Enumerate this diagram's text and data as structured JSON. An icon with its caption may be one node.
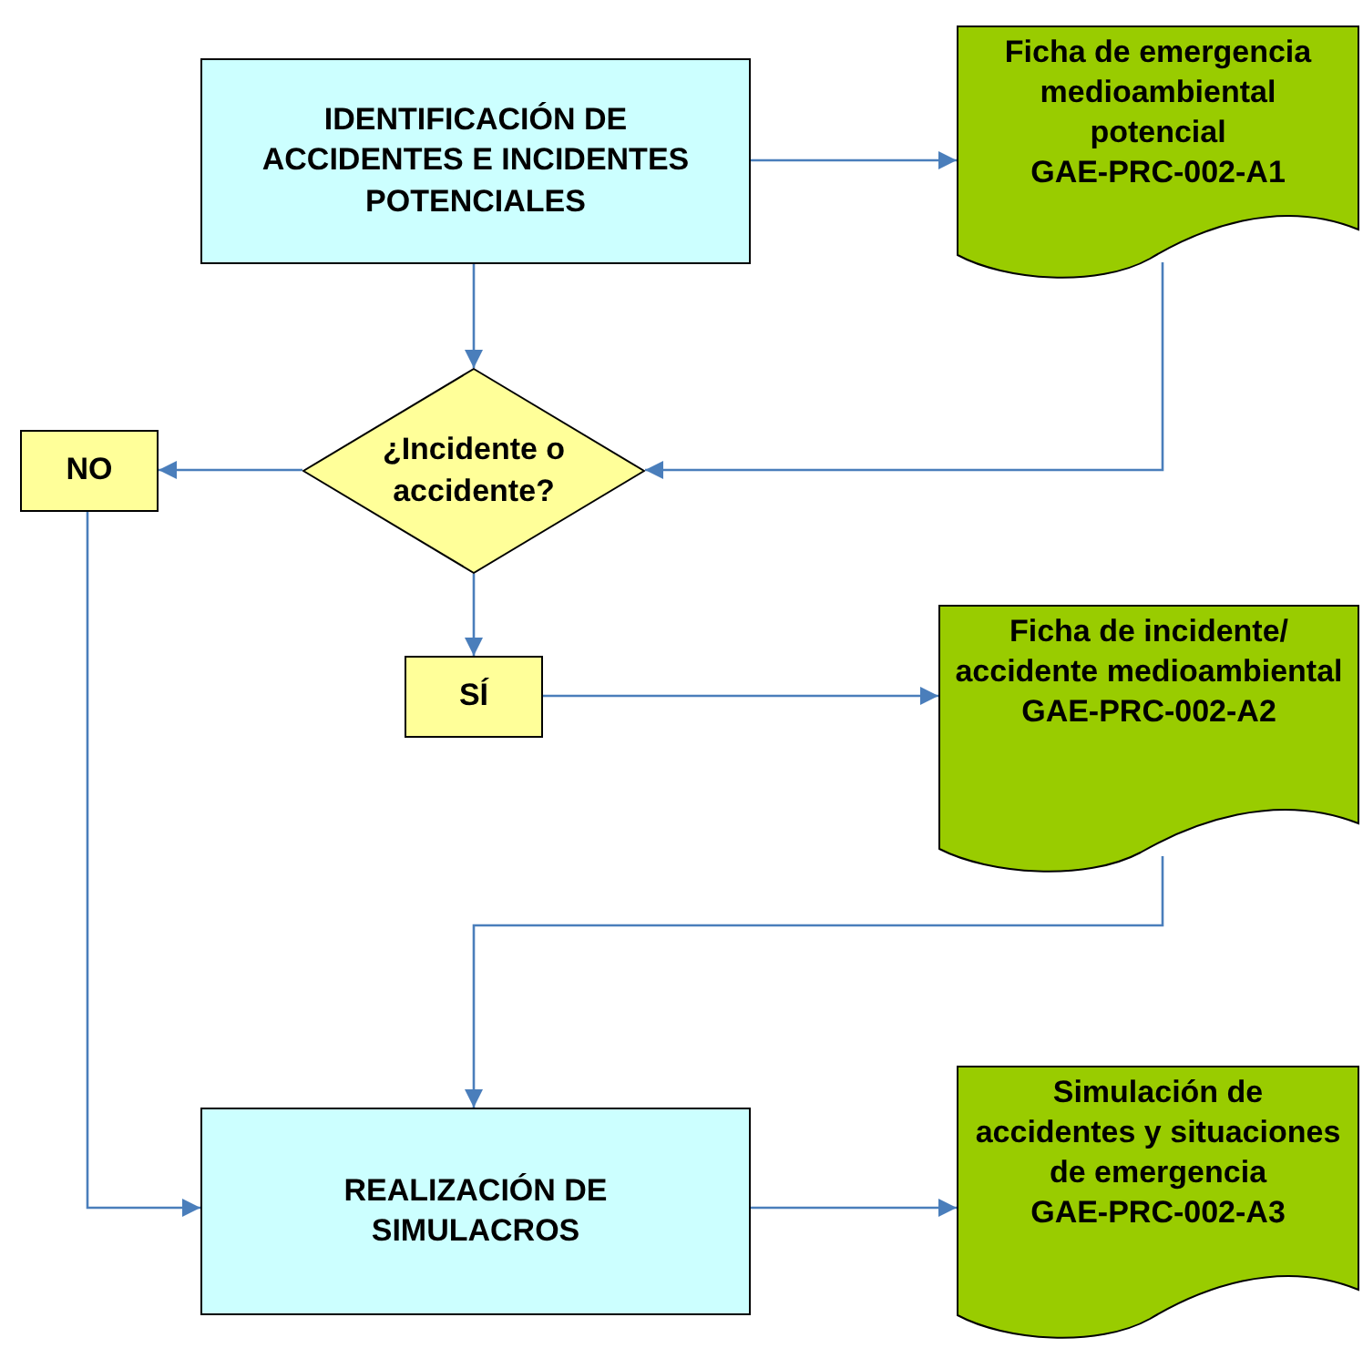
{
  "diagram": {
    "nodes": [
      {
        "text": [
          "IDENTIFICACIÓN DE ACCIDENTES E INCIDENTES POTENCIALES"
        ]
      },
      {
        "text": [
          "Ficha de emergencia medioambiental potencial",
          "GAE-PRC-002-A1"
        ]
      },
      {
        "text": [
          "¿Incidente o accidente?"
        ]
      },
      {
        "text": [
          "NO"
        ]
      },
      {
        "text": [
          "SÍ"
        ]
      },
      {
        "text": [
          "Ficha de incidente/ accidente medioambiental",
          "GAE-PRC-002-A2"
        ]
      },
      {
        "text": [
          "REALIZACIÓN DE SIMULACROS"
        ]
      },
      {
        "text": [
          "Simulación de accidentes y situaciones de emergencia",
          "GAE-PRC-002-A3"
        ]
      }
    ],
    "edges": [
      {
        "from": 0,
        "to": 1,
        "arrow": "to"
      },
      {
        "from": 0,
        "to": 2,
        "arrow": "to"
      },
      {
        "from": 1,
        "to": 2,
        "arrow": "to"
      },
      {
        "from": 2,
        "to": 3,
        "arrow": "to"
      },
      {
        "from": 2,
        "to": 4,
        "arrow": "to"
      },
      {
        "from": 4,
        "to": 5,
        "arrow": "to"
      },
      {
        "from": 5,
        "to": 6,
        "arrow": "to"
      },
      {
        "from": 3,
        "to": 6,
        "arrow": "to"
      },
      {
        "from": 6,
        "to": 7,
        "arrow": "to"
      }
    ]
  }
}
